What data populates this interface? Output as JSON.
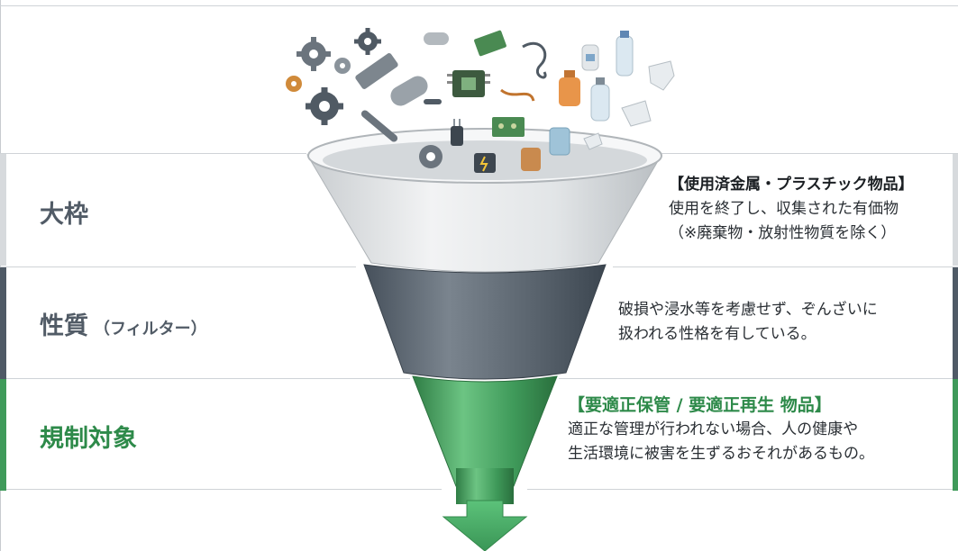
{
  "rows": [
    {
      "label": "大枠",
      "label_sub": "",
      "desc_title": "【使用済金属・プラスチック物品】",
      "desc_lines": [
        "使用を終了し、収集された有価物",
        "（※廃棄物・放射性物質を除く）"
      ]
    },
    {
      "label": "性質",
      "label_sub": "（フィルター）",
      "desc_title": "",
      "desc_lines": [
        "破損や浸水等を考慮せず、ぞんざいに",
        "扱われる性格を有している。"
      ]
    },
    {
      "label": "規制対象",
      "label_sub": "",
      "desc_title": "【要適正保管 / 要適正再生 物品】",
      "desc_lines": [
        "適正な管理が行われない場合、人の健康や",
        "生活環境に被害を生ずるおそれがあるもの。"
      ]
    }
  ],
  "colors": {
    "accent_top": "#d7dadd",
    "accent_mid": "#4f5a66",
    "accent_bottom": "#3f9a5a",
    "funnel_top": "#dfe2e4",
    "funnel_mid": "#5d6772",
    "funnel_bottom": "#3f9a5a",
    "arrow": "#4fb36b"
  },
  "icons": [
    "gear-icon",
    "chip-icon",
    "bottle-icon",
    "cable-icon",
    "battery-icon",
    "can-icon",
    "pipe-icon",
    "wrench-icon",
    "plug-icon",
    "circuit-board-icon",
    "crushed-can-icon",
    "spray-bottle-icon"
  ]
}
